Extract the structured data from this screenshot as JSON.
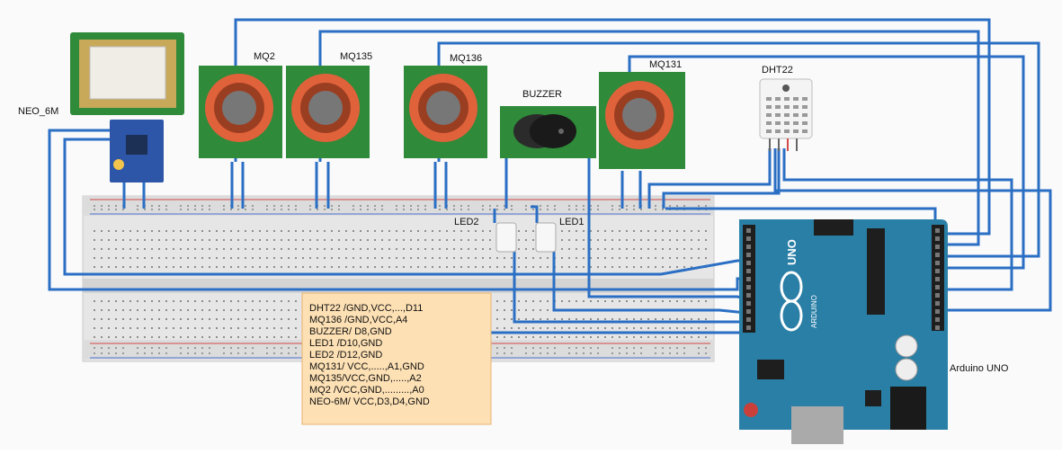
{
  "modules": {
    "gps": {
      "label": "NEO_6M"
    },
    "mq2": {
      "label": "MQ2"
    },
    "mq135": {
      "label": "MQ135"
    },
    "mq136": {
      "label": "MQ136"
    },
    "buzzer": {
      "label": "BUZZER"
    },
    "mq131": {
      "label": "MQ131"
    },
    "dht22": {
      "label": "DHT22"
    },
    "led2": {
      "label": "LED2"
    },
    "led1": {
      "label": "LED1"
    },
    "arduino": {
      "label": "Arduino UNO",
      "logo": "UNO",
      "brand": "ARDUINO"
    }
  },
  "note": {
    "lines": [
      "DHT22 /GND,VCC,...,D11",
      "MQ136 /GND,VCC,A4",
      "BUZZER/ D8,GND",
      "LED1 /D10,GND",
      "LED2 /D12,GND",
      "MQ131/ VCC,.....,A1,GND",
      "MQ135/VCC,GND,.....,A2",
      "MQ2 /VCC,GND,.........,A0",
      "NEO-6M/ VCC,D3,D4,GND"
    ]
  },
  "colors": {
    "wire": "#2b6fc4",
    "pcb_green": "#2f8a3a",
    "sensor_orange": "#e0623a",
    "arduino_blue": "#2a7fa6",
    "note_bg": "#fde0b4"
  }
}
